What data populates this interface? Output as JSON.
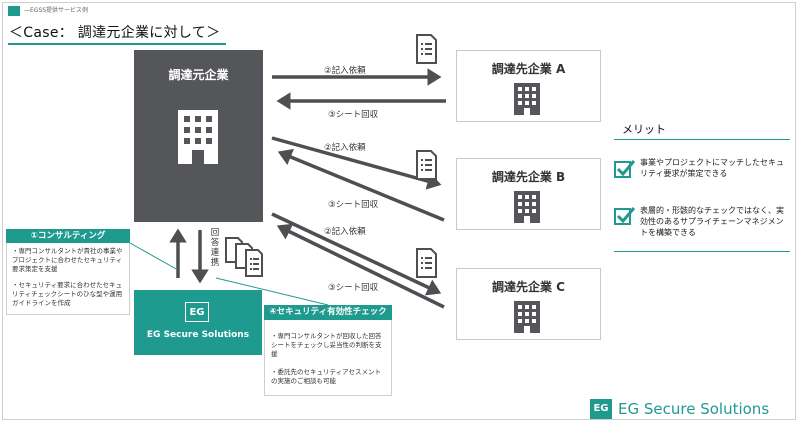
{
  "header": {
    "tag": "―EGSS提供サービス例"
  },
  "title": "＜Case： 調達元企業に対して＞",
  "procurer": {
    "label": "調達元企業"
  },
  "vendors": [
    {
      "label": "調達先企業 A"
    },
    {
      "label": "調達先企業 B"
    },
    {
      "label": "調達先企業 C"
    }
  ],
  "flows": {
    "request_label": "②記入依頼",
    "return_label": "③シート回収"
  },
  "merit": {
    "title": "メリット",
    "items": [
      "事業やプロジェクトにマッチしたセキュリティ要求が策定できる",
      "表層的・形骸的なチェックではなく、実効性のあるサプライチェーンマネジメントを構築できる"
    ]
  },
  "consulting": {
    "title": "①コンサルティング",
    "bullets": [
      "・専門コンサルタントが貴社の事業やプロジェクトに合わせたセキュリティ要求策定を支援",
      "・セキュリティ要求に合わせたセキュリティチェックシートのひな型や運用ガイドラインを作成"
    ]
  },
  "answer_link": "回答連携",
  "check": {
    "title": "④セキュリティ有効性チェック",
    "bullets": [
      "・専門コンサルタントが回収した回答シートをチェックし妥当性の判断を支援",
      "・委託先のセキュリティアセスメントの実施のご相談も可能"
    ]
  },
  "egss_box": {
    "label": "EG Secure Solutions",
    "mark": "EG"
  },
  "footer": {
    "logo_text": "EG Secure Solutions",
    "mark": "EG"
  },
  "colors": {
    "accent": "#1f9a8f",
    "dark": "#555659",
    "arrow": "#4d4f52"
  }
}
